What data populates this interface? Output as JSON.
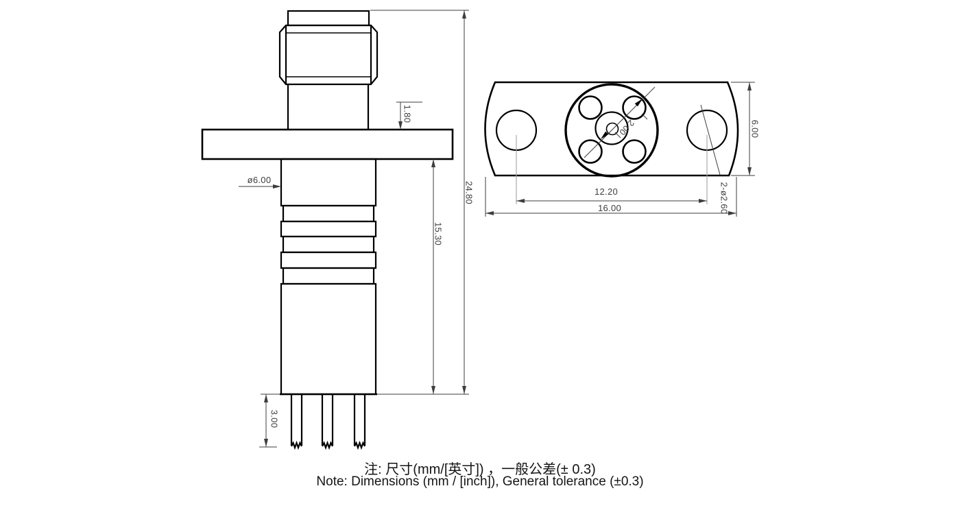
{
  "side_view": {
    "dims": {
      "flange_thickness": "1.80",
      "overall_length": "24.80",
      "body_length": "15.30",
      "body_diameter": "ø6.00",
      "pin_length": "3.00"
    }
  },
  "top_view": {
    "dims": {
      "flange_height": "6.00",
      "hole_pitch": "12.20",
      "flange_width": "16.00",
      "mounting_holes": "2-ø2.60",
      "core_pitch": "2.00"
    }
  },
  "notes": {
    "zh": "注: 尺寸(mm/[英寸]) ，一般公差(± 0.3)",
    "en": "Note: Dimensions (mm / [inch]), General tolerance (±0.3)"
  },
  "colors": {
    "outline": "#000000",
    "dimension": "#3d3d3d",
    "highlight_yellow": "#f2e60d",
    "highlight_red": "#c23333"
  }
}
